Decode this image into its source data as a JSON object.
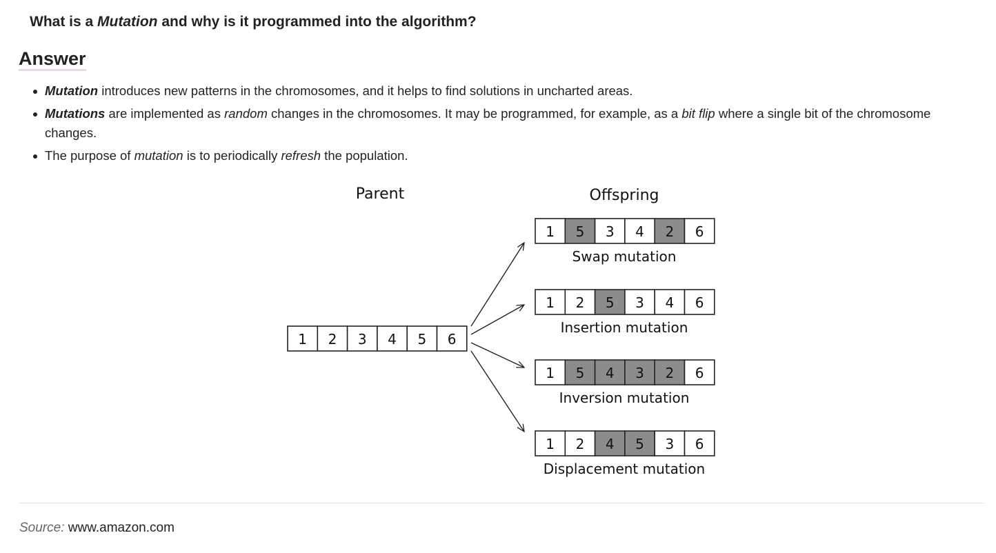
{
  "question": {
    "prefix": "What is a ",
    "term": "Mutation",
    "suffix": " and why is it programmed into the algorithm?"
  },
  "answer_heading": "Answer",
  "bullets": [
    {
      "segments": [
        {
          "text": "Mutation",
          "style": "bi"
        },
        {
          "text": " introduces new patterns in the chromosomes, and it helps to find solutions in uncharted areas.",
          "style": ""
        }
      ]
    },
    {
      "segments": [
        {
          "text": "Mutations",
          "style": "bi"
        },
        {
          "text": " are implemented as ",
          "style": ""
        },
        {
          "text": "random",
          "style": "it"
        },
        {
          "text": " changes in the chromosomes. It may be programmed, for example, as a ",
          "style": ""
        },
        {
          "text": "bit flip",
          "style": "it"
        },
        {
          "text": " where a single bit of the chromosome changes.",
          "style": ""
        }
      ]
    },
    {
      "segments": [
        {
          "text": "The purpose of ",
          "style": ""
        },
        {
          "text": "mutation",
          "style": "it"
        },
        {
          "text": " is to periodically ",
          "style": ""
        },
        {
          "text": "refresh",
          "style": "it"
        },
        {
          "text": " the population.",
          "style": ""
        }
      ]
    }
  ],
  "diagram": {
    "parent_label": "Parent",
    "offspring_label": "Offspring",
    "parent": [
      "1",
      "2",
      "3",
      "4",
      "5",
      "6"
    ],
    "offspring": [
      {
        "label": "Swap mutation",
        "genes": [
          "1",
          "5",
          "3",
          "4",
          "2",
          "6"
        ],
        "shaded": [
          1,
          4
        ]
      },
      {
        "label": "Insertion mutation",
        "genes": [
          "1",
          "2",
          "5",
          "3",
          "4",
          "6"
        ],
        "shaded": [
          2
        ]
      },
      {
        "label": "Inversion mutation",
        "genes": [
          "1",
          "5",
          "4",
          "3",
          "2",
          "6"
        ],
        "shaded": [
          1,
          2,
          3,
          4
        ]
      },
      {
        "label": "Displacement  mutation",
        "genes": [
          "1",
          "2",
          "4",
          "5",
          "3",
          "6"
        ],
        "shaded": [
          2,
          3
        ]
      }
    ],
    "colors": {
      "shade": "#8c8c8c",
      "stroke": "#222222"
    }
  },
  "source": {
    "label": "Source:",
    "value": " www.amazon.com"
  }
}
